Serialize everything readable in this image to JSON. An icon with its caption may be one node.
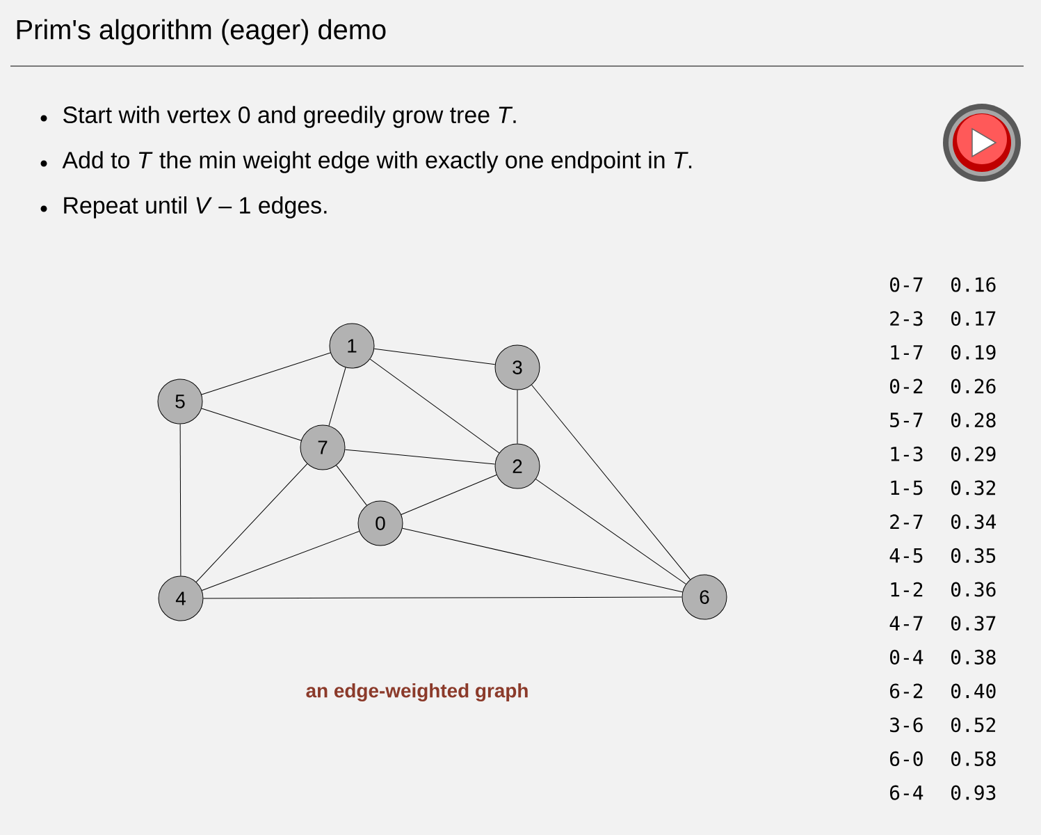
{
  "diagram": {
    "title": "Prim's algorithm (eager) demo",
    "caption": "an edge-weighted graph",
    "nodes": [
      {
        "text": [
          "0"
        ]
      },
      {
        "text": [
          "1"
        ]
      },
      {
        "text": [
          "2"
        ]
      },
      {
        "text": [
          "3"
        ]
      },
      {
        "text": [
          "4"
        ]
      },
      {
        "text": [
          "5"
        ]
      },
      {
        "text": [
          "6"
        ]
      },
      {
        "text": [
          "7"
        ]
      }
    ],
    "edges": [
      {
        "from": 0,
        "to": 7,
        "arrow": "none"
      },
      {
        "from": 2,
        "to": 3,
        "arrow": "none"
      },
      {
        "from": 1,
        "to": 7,
        "arrow": "none"
      },
      {
        "from": 0,
        "to": 2,
        "arrow": "none"
      },
      {
        "from": 5,
        "to": 7,
        "arrow": "none"
      },
      {
        "from": 1,
        "to": 3,
        "arrow": "none"
      },
      {
        "from": 1,
        "to": 5,
        "arrow": "none"
      },
      {
        "from": 2,
        "to": 7,
        "arrow": "none"
      },
      {
        "from": 4,
        "to": 5,
        "arrow": "none"
      },
      {
        "from": 1,
        "to": 2,
        "arrow": "none"
      },
      {
        "from": 4,
        "to": 7,
        "arrow": "none"
      },
      {
        "from": 0,
        "to": 4,
        "arrow": "none"
      },
      {
        "from": 6,
        "to": 2,
        "arrow": "none"
      },
      {
        "from": 3,
        "to": 6,
        "arrow": "none"
      },
      {
        "from": 6,
        "to": 0,
        "arrow": "none"
      },
      {
        "from": 6,
        "to": 4,
        "arrow": "none"
      }
    ],
    "labels": [
      "Start with vertex 0 and greedily grow tree *T*.",
      "Add to *T* the min weight edge with exactly one endpoint in *T*.",
      "Repeat until *V* – 1 edges.",
      "0-7",
      "0.16",
      "2-3",
      "0.17",
      "1-7",
      "0.19",
      "0-2",
      "0.26",
      "5-7",
      "0.28",
      "1-3",
      "0.29",
      "1-5",
      "0.32",
      "2-7",
      "0.34",
      "4-5",
      "0.35",
      "1-2",
      "0.36",
      "4-7",
      "0.37",
      "0-4",
      "0.38",
      "6-2",
      "0.40",
      "3-6",
      "0.52",
      "6-0",
      "0.58",
      "6-4",
      "0.93"
    ]
  }
}
